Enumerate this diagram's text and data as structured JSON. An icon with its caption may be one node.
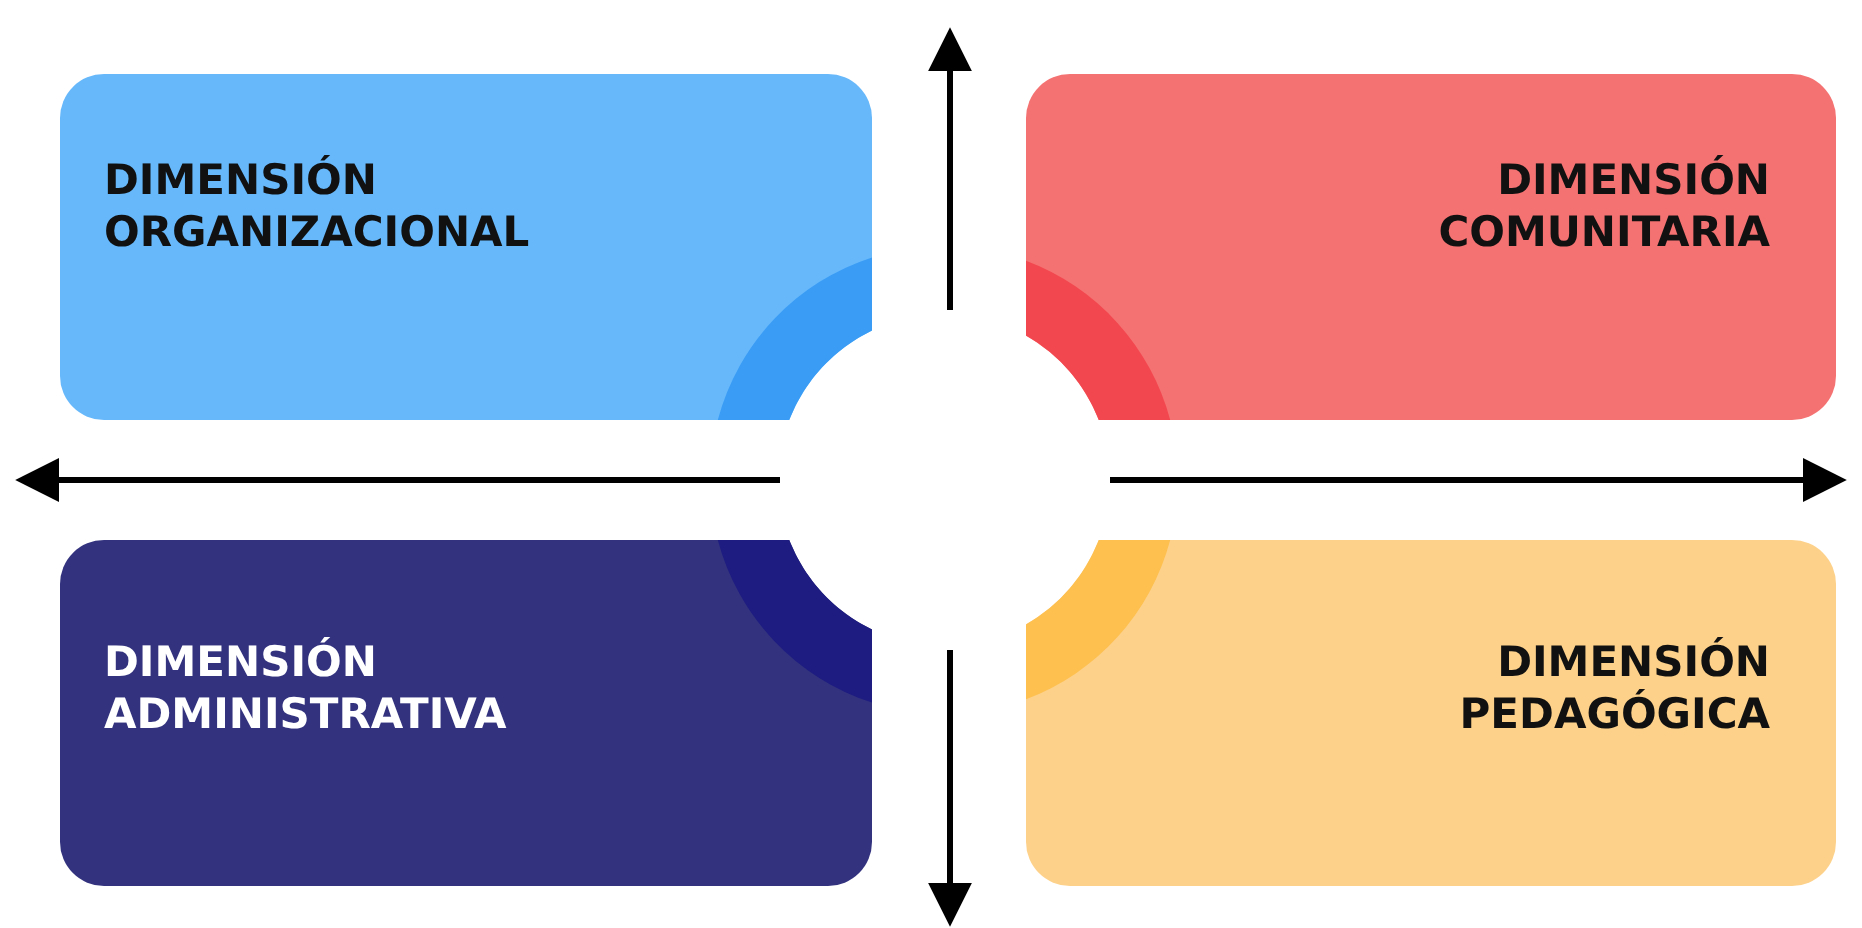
{
  "diagram": {
    "nodes": [
      {
        "text": [
          "DIMENSIÓN ORGANIZACIONAL"
        ]
      },
      {
        "text": [
          "DIMENSIÓN COMUNITARIA"
        ]
      },
      {
        "text": [
          "DIMENSIÓN ADMINISTRATIVA"
        ]
      },
      {
        "text": [
          "DIMENSIÓN PEDAGÓGICA"
        ]
      }
    ]
  }
}
